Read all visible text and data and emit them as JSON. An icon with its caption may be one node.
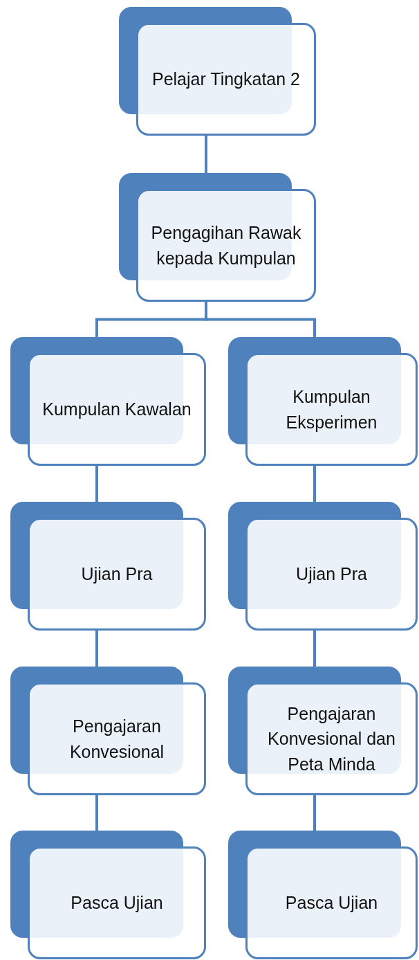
{
  "diagram": {
    "nodes": [
      {
        "text": [
          "Pelajar Tingkatan 2"
        ]
      },
      {
        "text": [
          "Pengagihan Rawak kepada Kumpulan"
        ]
      },
      {
        "text": [
          "Kumpulan Kawalan"
        ]
      },
      {
        "text": [
          "Kumpulan Eksperimen"
        ]
      },
      {
        "text": [
          "Ujian Pra"
        ]
      },
      {
        "text": [
          "Ujian Pra"
        ]
      },
      {
        "text": [
          "Pengajaran Konvesional"
        ]
      },
      {
        "text": [
          "Pengajaran Konvesional dan Peta Minda"
        ]
      },
      {
        "text": [
          "Pasca Ujian"
        ]
      },
      {
        "text": [
          "Pasca Ujian"
        ]
      }
    ],
    "edges": [
      {
        "from": 0,
        "to": 1,
        "arrow": "none"
      },
      {
        "from": 1,
        "to": 2,
        "arrow": "none"
      },
      {
        "from": 1,
        "to": 3,
        "arrow": "none"
      },
      {
        "from": 2,
        "to": 4,
        "arrow": "none"
      },
      {
        "from": 3,
        "to": 5,
        "arrow": "none"
      },
      {
        "from": 4,
        "to": 6,
        "arrow": "none"
      },
      {
        "from": 5,
        "to": 7,
        "arrow": "none"
      },
      {
        "from": 6,
        "to": 8,
        "arrow": "none"
      },
      {
        "from": 7,
        "to": 9,
        "arrow": "none"
      }
    ]
  }
}
